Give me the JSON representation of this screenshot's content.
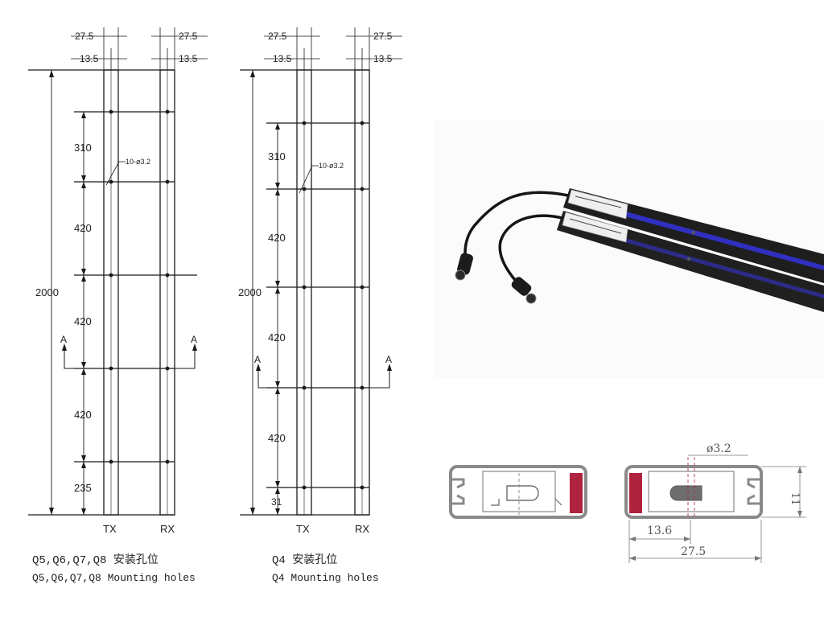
{
  "drawing_left": {
    "top_dims": [
      "27.5",
      "27.5",
      "13.5",
      "13.5"
    ],
    "height": "2000",
    "spacings": [
      "310",
      "420",
      "420",
      "420",
      "235"
    ],
    "hole_note": "10-ø3.2",
    "section_marks": [
      "A",
      "A"
    ],
    "tx_label": "TX",
    "rx_label": "RX",
    "caption_cn": "Q5,Q6,Q7,Q8 安装孔位",
    "caption_en": "Q5,Q6,Q7,Q8 Mounting holes"
  },
  "drawing_right": {
    "top_dims": [
      "27.5",
      "27.5",
      "13.5",
      "13.5"
    ],
    "height": "2000",
    "spacings": [
      "310",
      "420",
      "420",
      "420",
      "31"
    ],
    "hole_note": "10-ø3.2",
    "section_marks": [
      "A",
      "A"
    ],
    "tx_label": "TX",
    "rx_label": "RX",
    "caption_cn": "Q4 安装孔位",
    "caption_en": "Q4 Mounting holes"
  },
  "cross_section": {
    "hole_dia": "ø3.2",
    "height": "11",
    "center_offset": "13.6",
    "width": "27.5"
  },
  "colors": {
    "line": "#1a1a1a",
    "profile_grey": "#8a8a8a",
    "lens_red": "#b0233e",
    "bar_blue": "#3030c0"
  }
}
